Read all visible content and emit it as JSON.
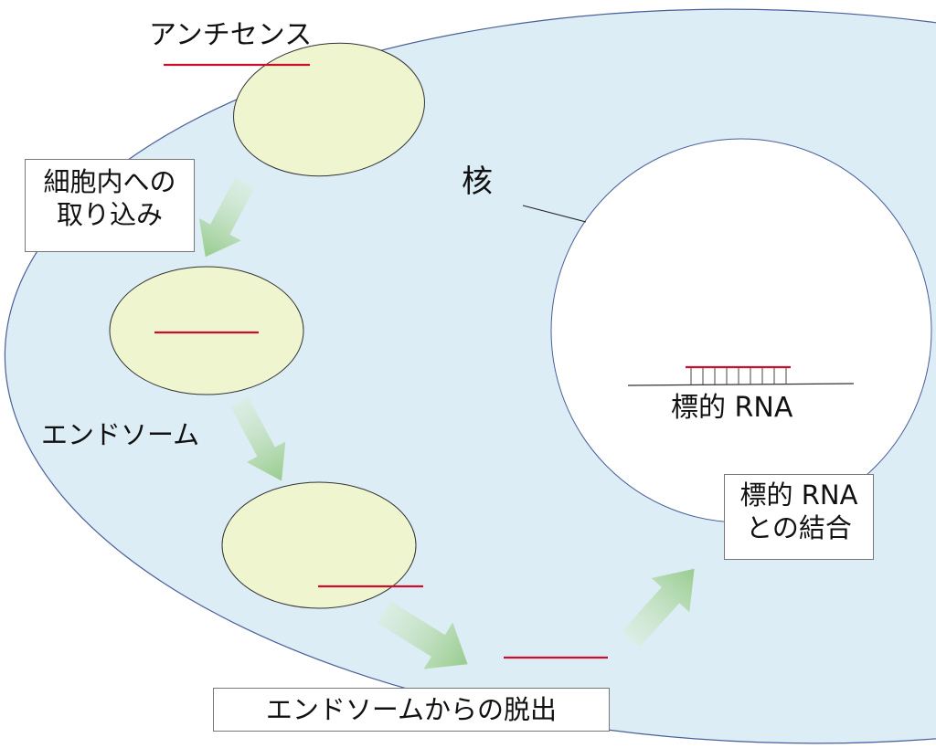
{
  "title": "Antisense oligonucleotide mechanism diagram",
  "colors": {
    "cytoplasm": "#dcedf6",
    "cell_border": "#4a5f9a",
    "endosome": "#eef5cf",
    "antisense_strand": "#c8102e",
    "arrow": "#9fcf95",
    "nucleus": "#ffffff"
  },
  "labels": {
    "antisense": "アンチセンス",
    "nucleus": "核",
    "endosome": "エンドソーム",
    "target_rna": "標的 RNA"
  },
  "steps": {
    "uptake_line1": "細胞内への",
    "uptake_line2": "取り込み",
    "escape": "エンドソームからの脱出",
    "binding_line1": "標的 RNA",
    "binding_line2": "との結合"
  }
}
